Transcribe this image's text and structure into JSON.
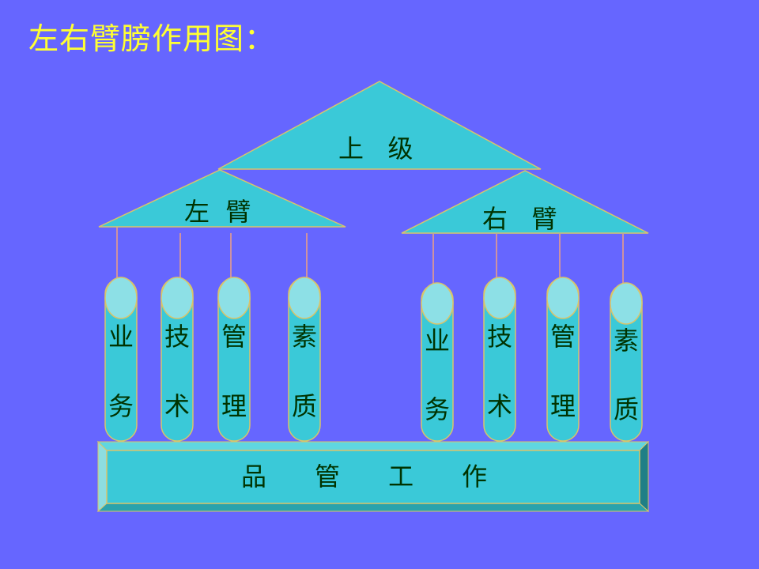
{
  "title": "左右臂膀作用图：",
  "colors": {
    "background": "#6666ff",
    "title": "#ffff33",
    "shape_fill": "#3ac9d8",
    "pillar_cap": "#8de0e6",
    "outline": "#d9c46a",
    "connector": "#f0a080",
    "text": "#003300"
  },
  "top": {
    "label": "上   级"
  },
  "left_arm": {
    "label": "左  臂",
    "pillars": [
      {
        "top": "业",
        "bottom": "务"
      },
      {
        "top": "技",
        "bottom": "术"
      },
      {
        "top": "管",
        "bottom": "理"
      },
      {
        "top": "素",
        "bottom": "质"
      }
    ]
  },
  "right_arm": {
    "label": "右   臂",
    "pillars": [
      {
        "top": "业",
        "bottom": "务"
      },
      {
        "top": "技",
        "bottom": "术"
      },
      {
        "top": "管",
        "bottom": "理"
      },
      {
        "top": "素",
        "bottom": "质"
      }
    ]
  },
  "base": {
    "label": "品      管      工      作"
  }
}
